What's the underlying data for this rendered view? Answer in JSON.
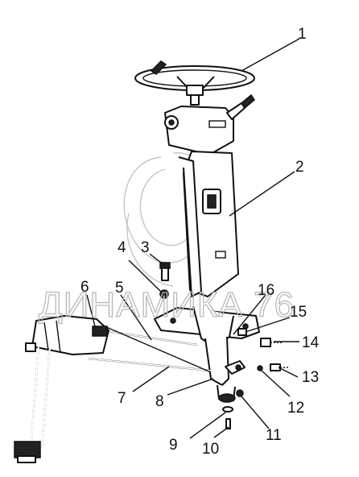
{
  "watermark": "ДИНАМИКА 76",
  "callouts": [
    {
      "id": "1",
      "label": "1"
    },
    {
      "id": "2",
      "label": "2"
    },
    {
      "id": "3",
      "label": "3"
    },
    {
      "id": "4",
      "label": "4"
    },
    {
      "id": "5",
      "label": "5"
    },
    {
      "id": "6",
      "label": "6"
    },
    {
      "id": "7",
      "label": "7"
    },
    {
      "id": "8",
      "label": "8"
    },
    {
      "id": "9",
      "label": "9"
    },
    {
      "id": "10",
      "label": "10"
    },
    {
      "id": "11",
      "label": "11"
    },
    {
      "id": "12",
      "label": "12"
    },
    {
      "id": "13",
      "label": "13"
    },
    {
      "id": "14",
      "label": "14"
    },
    {
      "id": "15",
      "label": "15"
    },
    {
      "id": "16",
      "label": "16"
    }
  ]
}
